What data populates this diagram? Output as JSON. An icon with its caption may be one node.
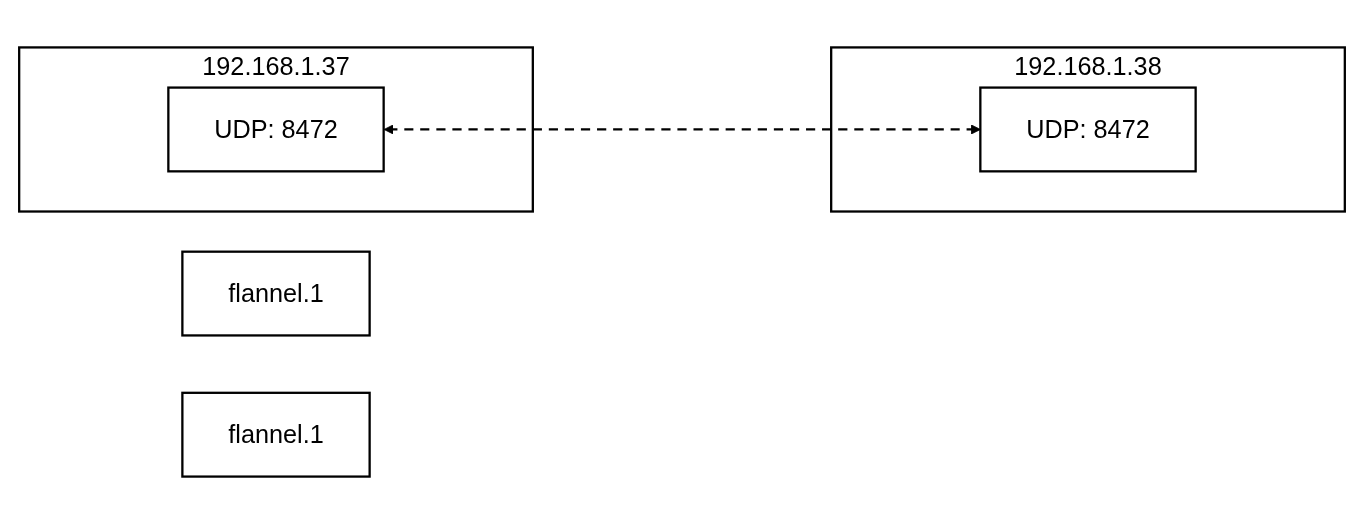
{
  "diagram": {
    "nodes": [
      {
        "text": [
          "192.168.1.37"
        ]
      },
      {
        "text": [
          "UDP: 8472"
        ],
        "in": 0
      },
      {
        "text": [
          "flannel.1"
        ]
      },
      {
        "text": [
          "192.168.1.38"
        ]
      },
      {
        "text": [
          "UDP: 8472"
        ],
        "in": 3
      },
      {
        "text": [
          "flannel.1"
        ]
      }
    ],
    "edges": [
      {
        "from": 1,
        "to": 4,
        "arrow": "both",
        "style": "dashed"
      }
    ]
  }
}
